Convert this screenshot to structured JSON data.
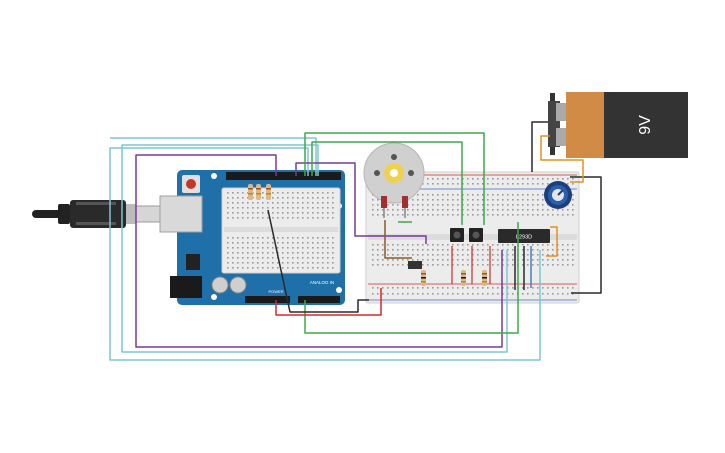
{
  "battery": {
    "label": "9V",
    "color": "#333333",
    "cap_color": "#d18b45"
  },
  "arduino": {
    "board_color": "#1f6fa8",
    "label_power": "POWER",
    "label_analog": "ANALOG IN"
  },
  "driver_ic": {
    "label": "L293D"
  },
  "wire_colors": {
    "teal": "#7cc8cf",
    "purple": "#7a3a96",
    "green": "#3aaa4a",
    "red": "#d42a2a",
    "black": "#2a2a2a",
    "orange": "#e0902a",
    "blue": "#4a7ec0"
  }
}
